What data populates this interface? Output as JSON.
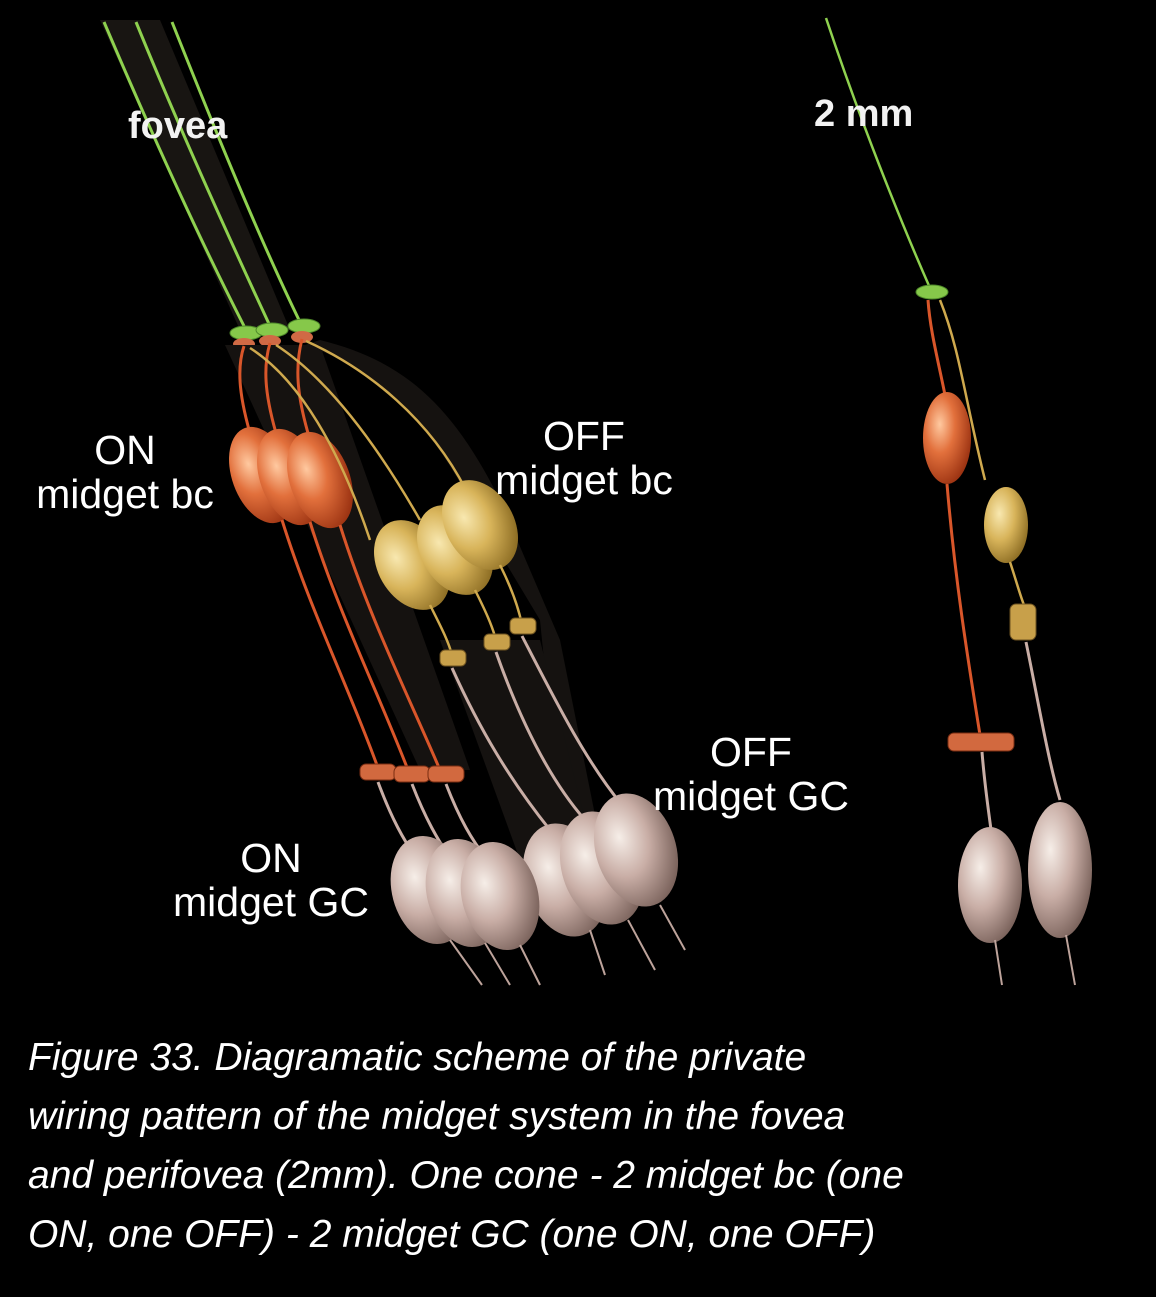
{
  "labels": {
    "fovea": "fovea",
    "two_mm": "2 mm",
    "on_bc_line1": "ON",
    "on_bc_line2": "midget bc",
    "off_bc_line1": "OFF",
    "off_bc_line2": "midget bc",
    "off_gc_line1": "OFF",
    "off_gc_line2": "midget GC",
    "on_gc_line1": "ON",
    "on_gc_line2": "midget GC"
  },
  "caption": {
    "line1": "Figure 33.  Diagramatic scheme of the private",
    "line2": "wiring pattern of the midget system in  the fovea",
    "line3": "and perifovea (2mm). One cone - 2 midget bc (one",
    "line4": "ON, one OFF) - 2 midget GC (one ON, one OFF)"
  },
  "colors": {
    "cone": "#8fd14f",
    "on_bipolar": "#d9562a",
    "off_bipolar": "#d8b45a",
    "ganglion": "#c9aea6",
    "background": "#000000"
  }
}
